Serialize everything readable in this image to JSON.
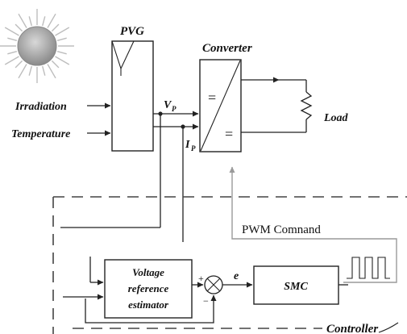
{
  "diagram": {
    "labels": {
      "pvg": "PVG",
      "converter": "Converter",
      "irradiation": "Irradiation",
      "temperature": "Temperature",
      "vp_main": "V",
      "vp_sub": "P",
      "ip_main": "I",
      "ip_sub": "P",
      "load": "Load",
      "pwm_command": "PWM Comnand",
      "estimator_line1": "Voltage",
      "estimator_line2": "reference",
      "estimator_line3": "estimator",
      "error": "e",
      "smc": "SMC",
      "controller": "Controller",
      "sum_plus": "+",
      "sum_minus": "−",
      "dc_in": "=",
      "dc_out": "="
    }
  }
}
